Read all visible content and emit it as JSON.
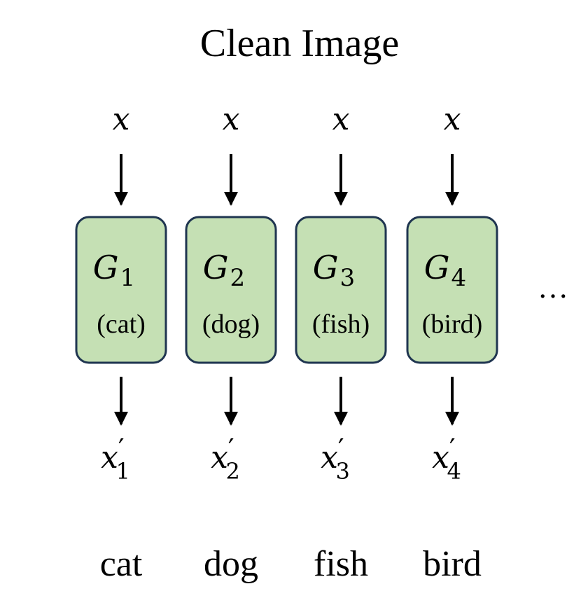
{
  "title": "Clean Image",
  "input_symbol": "x",
  "columns": [
    {
      "generator": "G",
      "index": "1",
      "name": "(cat)",
      "output": "x",
      "output_index": "1",
      "prime": "′",
      "label": "cat"
    },
    {
      "generator": "G",
      "index": "2",
      "name": "(dog)",
      "output": "x",
      "output_index": "2",
      "prime": "′",
      "label": "dog"
    },
    {
      "generator": "G",
      "index": "3",
      "name": "(fish)",
      "output": "x",
      "output_index": "3",
      "prime": "′",
      "label": "fish"
    },
    {
      "generator": "G",
      "index": "4",
      "name": "(bird)",
      "output": "x",
      "output_index": "4",
      "prime": "′",
      "label": "bird"
    }
  ],
  "ellipsis": "…",
  "colors": {
    "box_fill": "#c5e0b4",
    "box_stroke": "#1f3550",
    "arrow": "#000000"
  }
}
